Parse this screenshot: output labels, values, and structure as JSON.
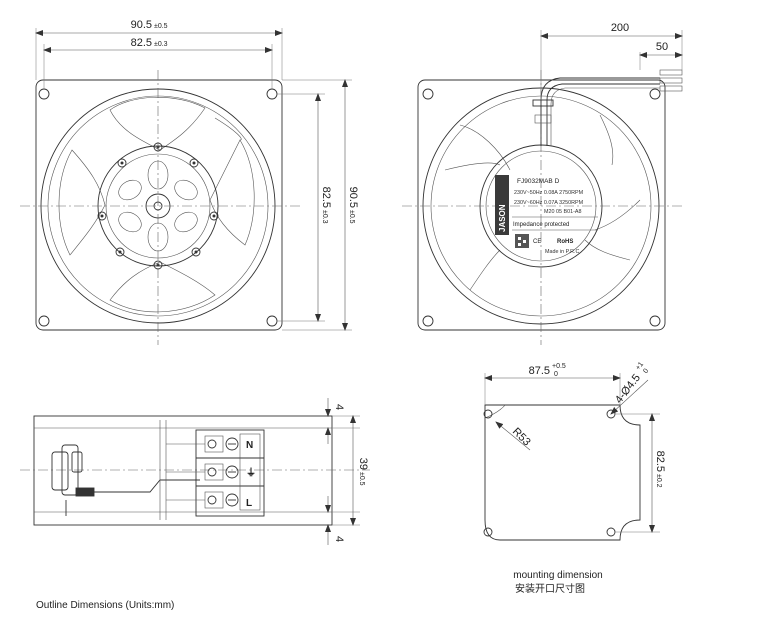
{
  "front_view": {
    "overall_width": "90.5",
    "overall_width_tol": "±0.5",
    "hole_pitch_width": "82.5",
    "hole_pitch_width_tol": "±0.3",
    "hole_pitch_height": "82.5",
    "hole_pitch_height_tol": "±0.3",
    "overall_height": "90.5",
    "overall_height_tol": "±0.5"
  },
  "rear_view": {
    "cable_length": "200",
    "strip_length": "50",
    "label": {
      "model": "FJ9032MAB D",
      "brand": "JASON",
      "spec_line_1": "230V~50Hz  0.08A  2750RPM",
      "spec_line_2": "230V~60Hz  0.07A  3250RPM",
      "code": "M20 05 B01-A8",
      "impedance": "Impedance protected",
      "cert": "RoHS",
      "origin": "Made in P.R.C"
    }
  },
  "side_view": {
    "flange_top": "4",
    "body_height": "39",
    "body_height_tol": "±0.5",
    "flange_bottom": "4",
    "terminal_n": "N",
    "terminal_l": "L"
  },
  "mounting": {
    "width": "87.5",
    "width_tol": "+0.5",
    "width_tol_low": "0",
    "hole": "4-Ø4.5",
    "hole_tol": "+1",
    "hole_tol_low": "0",
    "radius": "R53",
    "pitch": "82.5",
    "pitch_tol": "±0.2",
    "caption_en": "mounting dimension",
    "caption_cn": "安装开口尺寸图"
  },
  "footer": {
    "caption": "Outline Dimensions (Units:mm)"
  }
}
